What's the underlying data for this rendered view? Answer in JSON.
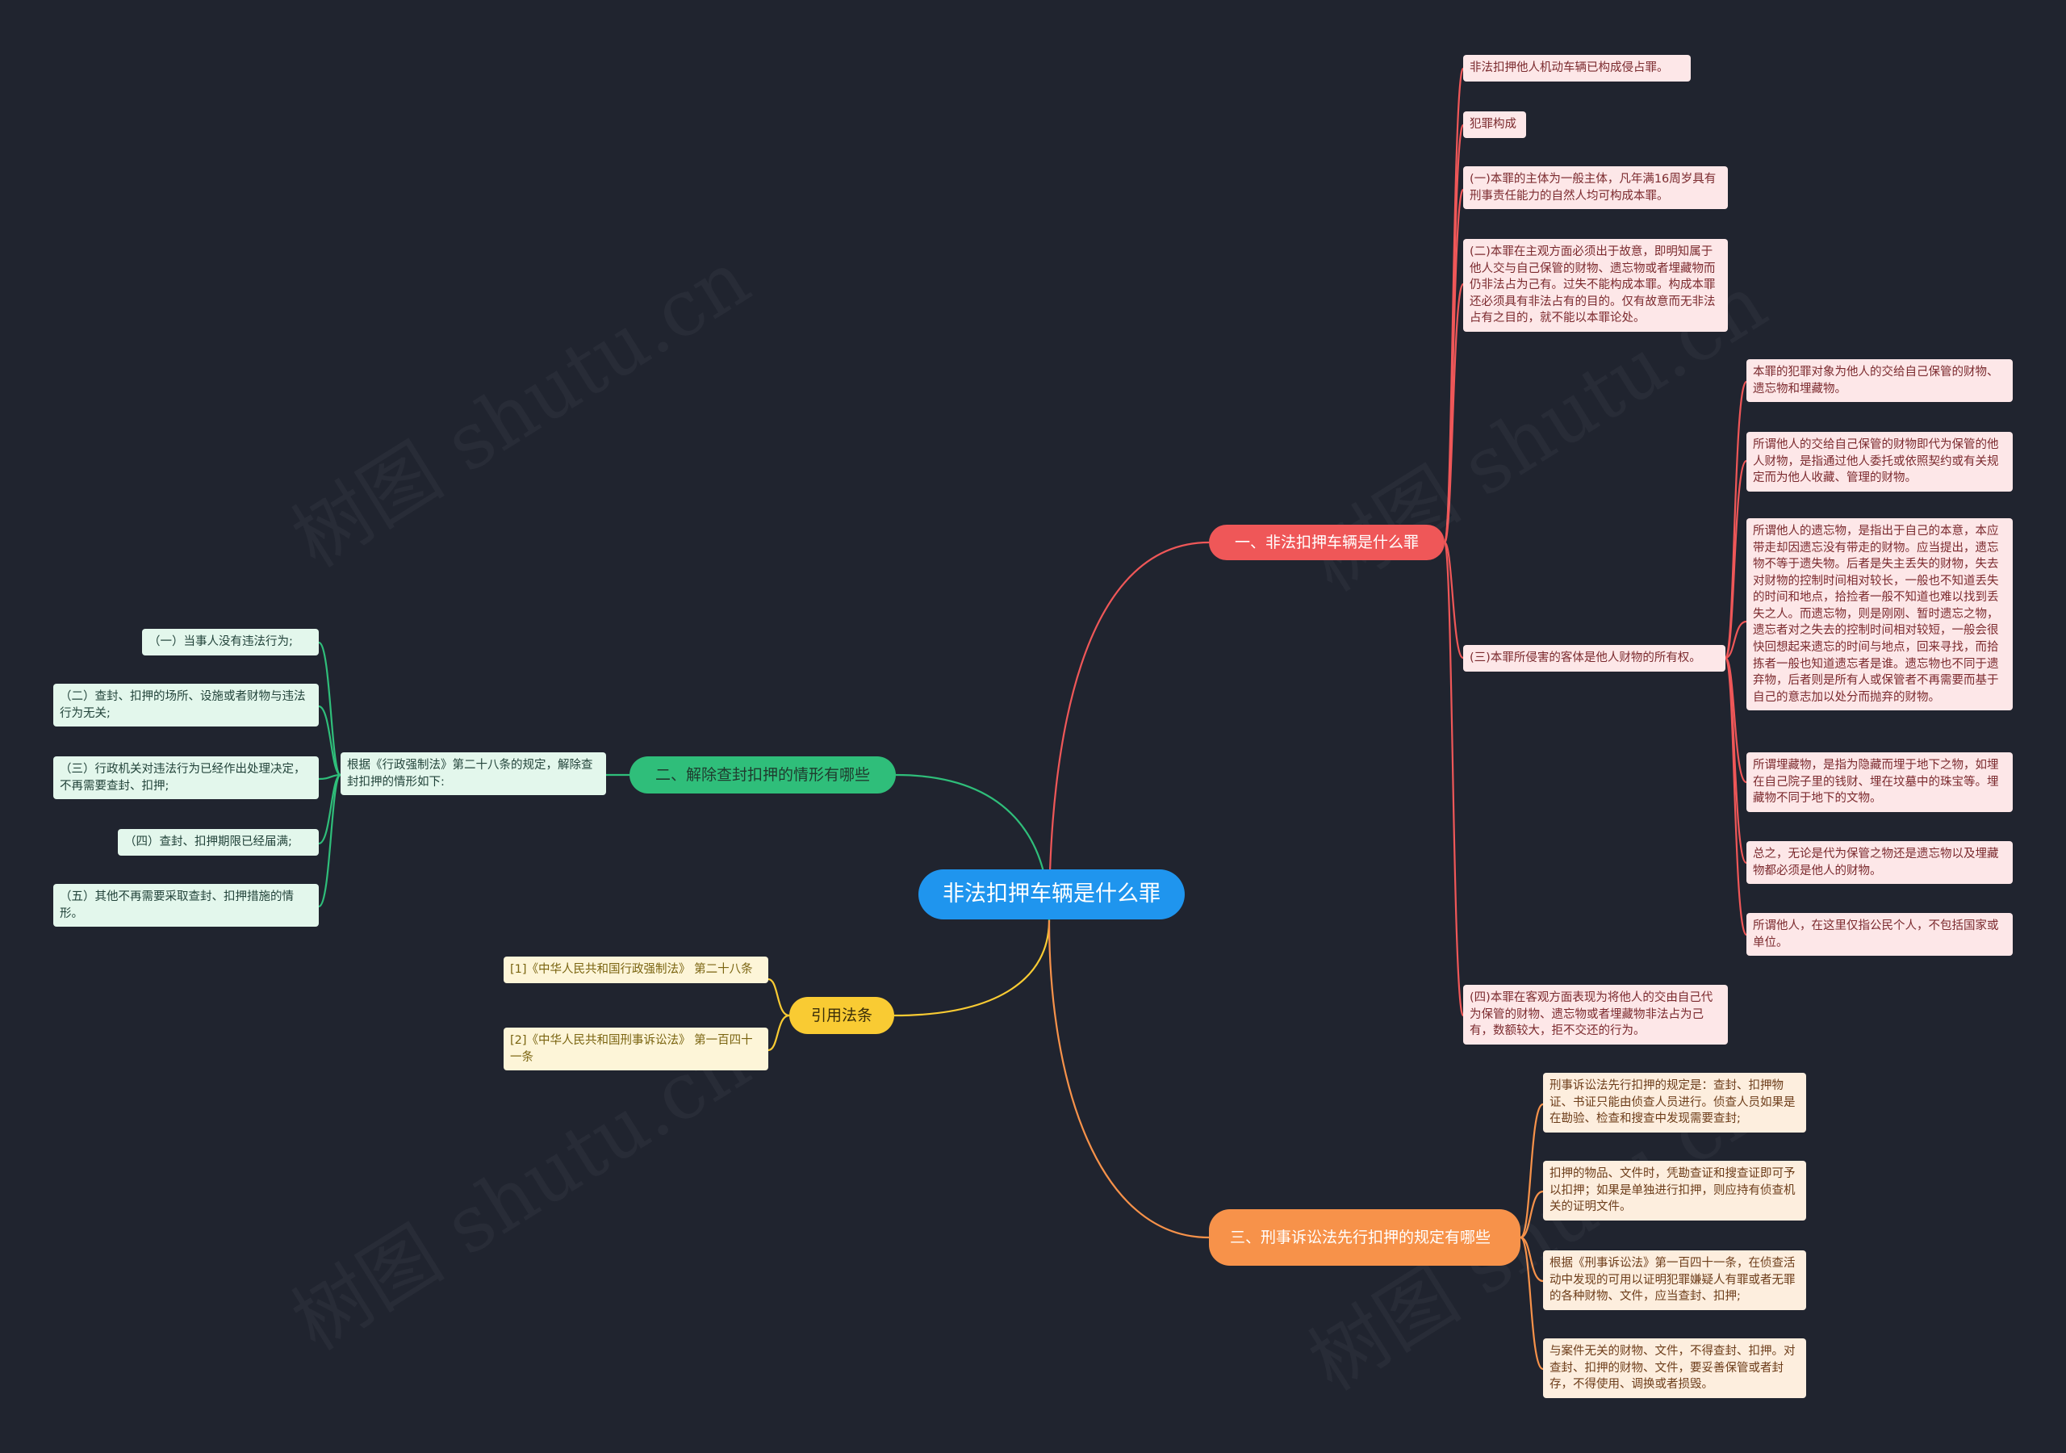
{
  "root": {
    "label": "非法扣押车辆是什么罪"
  },
  "branches": {
    "b1": {
      "label": "一、非法扣押车辆是什么罪",
      "color": "#ef5758"
    },
    "b2": {
      "label": "二、解除查封扣押的情形有哪些",
      "color": "#2fbe7a"
    },
    "b3": {
      "label": "引用法条",
      "color": "#f9cb33"
    },
    "b4": {
      "label": "三、刑事诉讼法先行扣押的规定有哪些",
      "color": "#f7924a"
    }
  },
  "b1_items": [
    "非法扣押他人机动车辆已构成侵占罪。",
    "犯罪构成",
    "(一)本罪的主体为一般主体，凡年满16周岁具有刑事责任能力的自然人均可构成本罪。",
    "(二)本罪在主观方面必须出于故意，即明知属于他人交与自己保管的财物、遗忘物或者埋藏物而仍非法占为己有。过失不能构成本罪。构成本罪还必须具有非法占有的目的。仅有故意而无非法占有之目的，就不能以本罪论处。",
    "(三)本罪所侵害的客体是他人财物的所有权。",
    "(四)本罪在客观方面表现为将他人的交由自己代为保管的财物、遗忘物或者埋藏物非法占为己有，数额较大，拒不交还的行为。"
  ],
  "b1_sub": [
    "本罪的犯罪对象为他人的交给自己保管的财物、遗忘物和埋藏物。",
    "所谓他人的交给自己保管的财物即代为保管的他人财物，是指通过他人委托或依照契约或有关规定而为他人收藏、管理的财物。",
    "所谓他人的遗忘物，是指出于自己的本意，本应带走却因遗忘没有带走的财物。应当提出，遗忘物不等于遗失物。后者是失主丢失的财物，失去对财物的控制时间相对较长，一般也不知道丢失的时间和地点，拾捡者一般不知道也难以找到丢失之人。而遗忘物，则是刚刚、暂时遗忘之物，遗忘者对之失去的控制时间相对较短，一般会很快回想起来遗忘的时间与地点，回来寻找，而拾拣者一般也知道遗忘者是谁。遗忘物也不同于遗弃物，后者则是所有人或保管者不再需要而基于自己的意志加以处分而抛弃的财物。",
    "所谓埋藏物，是指为隐藏而埋于地下之物，如埋在自己院子里的钱财、埋在坟墓中的珠宝等。埋藏物不同于地下的文物。",
    "总之，无论是代为保管之物还是遗忘物以及埋藏物都必须是他人的财物。",
    "所谓他人，在这里仅指公民个人，不包括国家或单位。"
  ],
  "b2_mid": "根据《行政强制法》第二十八条的规定，解除查封扣押的情形如下:",
  "b2_items": [
    "（一）当事人没有违法行为;",
    "（二）查封、扣押的场所、设施或者财物与违法行为无关;",
    "（三）行政机关对违法行为已经作出处理决定，不再需要查封、扣押;",
    "（四）查封、扣押期限已经届满;",
    "（五）其他不再需要采取查封、扣押措施的情形。"
  ],
  "b3_items": [
    "[1]《中华人民共和国行政强制法》 第二十八条",
    "[2]《中华人民共和国刑事诉讼法》 第一百四十一条"
  ],
  "b4_items": [
    "刑事诉讼法先行扣押的规定是：查封、扣押物证、书证只能由侦查人员进行。侦查人员如果是在勘验、检查和搜查中发现需要查封;",
    "扣押的物品、文件时，凭勘查证和搜查证即可予以扣押；如果是单独进行扣押，则应持有侦查机关的证明文件。",
    "根据《刑事诉讼法》第一百四十一条，在侦查活动中发现的可用以证明犯罪嫌疑人有罪或者无罪的各种财物、文件，应当查封、扣押;",
    "与案件无关的财物、文件，不得查封、扣押。对查封、扣押的财物、文件，要妥善保管或者封存，不得使用、调换或者损毁。"
  ],
  "watermark": "树图 shutu.cn"
}
